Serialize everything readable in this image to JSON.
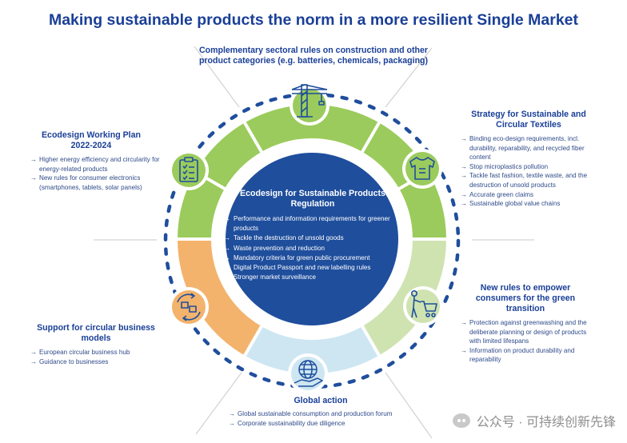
{
  "title": "Making sustainable products the norm in a more resilient Single Market",
  "colors": {
    "navy": "#1a3f97",
    "green": "#9bcb5c",
    "light_green": "#cfe3b1",
    "light_blue": "#cde6f2",
    "orange": "#f3b36c",
    "center": "#1f4e9c"
  },
  "center": {
    "title": "Ecodesign for Sustainable Products Regulation",
    "items": [
      "Performance and information requirements for greener products",
      "Tackle the destruction of unsold goods",
      "Waste prevention and reduction",
      "Mandatory criteria for green public procurement",
      "Digital Product Passport and new labelling rules",
      "Stronger market surveillance"
    ]
  },
  "top": {
    "title": "Complementary sectoral rules on construction and other product categories (e.g. batteries, chemicals, packaging)",
    "icon": "crane-icon"
  },
  "top_left": {
    "title": "Ecodesign Working Plan 2022-2024",
    "icon": "checklist-icon",
    "items": [
      "Higher energy efficiency and circularity for energy-related products",
      "New rules for consumer electronics (smartphones, tablets, solar panels)"
    ]
  },
  "top_right": {
    "title": "Strategy for Sustainable and Circular Textiles",
    "icon": "tshirt-icon",
    "items": [
      "Binding eco-design requirements, incl. durability, reparability, and recycled fiber content",
      "Stop microplastics pollution",
      "Tackle fast fashion, textile waste, and the destruction of unsold products",
      "Accurate green claims",
      "Sustainable global value chains"
    ]
  },
  "bottom_right": {
    "title": "New rules to empower consumers for the green transition",
    "icon": "shopping-cart-icon",
    "items": [
      "Protection against greenwashing and the deliberate planning or design of products with limited lifespans",
      "Information on product durability and reparability"
    ]
  },
  "bottom_left": {
    "title": "Support for circular business models",
    "icon": "handshake-cycle-icon",
    "items": [
      "European circular business hub",
      "Guidance to businesses"
    ]
  },
  "bottom": {
    "title": "Global action",
    "icon": "globe-hand-icon",
    "items": [
      "Global sustainable consumption and production forum",
      "Corporate sustainability due diligence"
    ]
  },
  "watermark": "公众号 · 可持续创新先锋"
}
